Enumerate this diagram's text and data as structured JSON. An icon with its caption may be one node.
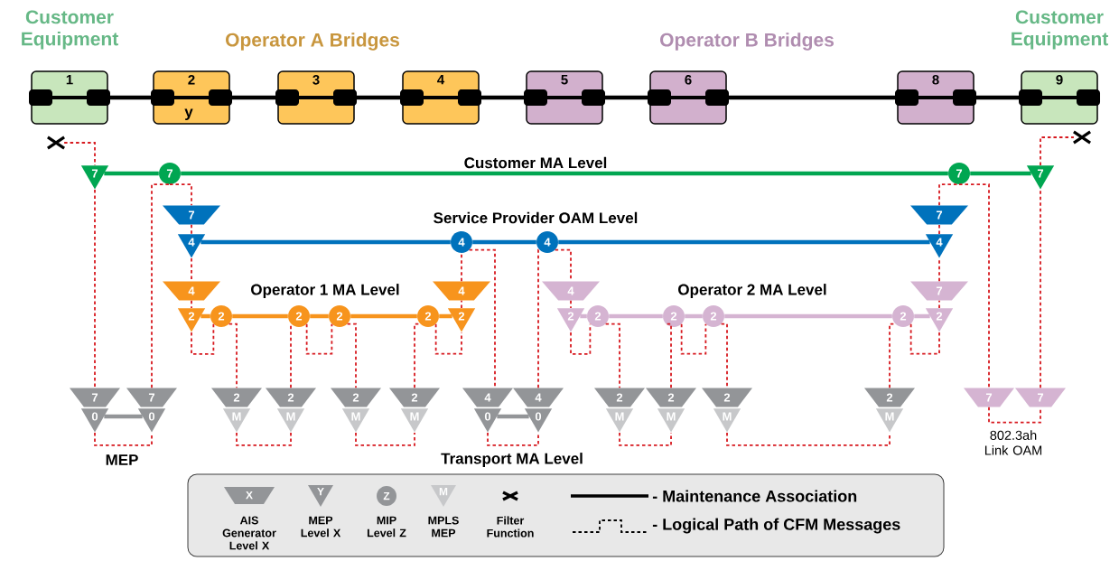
{
  "diagram": {
    "nodes": [
      {
        "text": [
          "1"
        ]
      },
      {
        "text": [
          "2",
          "y"
        ]
      },
      {
        "text": [
          "3"
        ]
      },
      {
        "text": [
          "4"
        ]
      },
      {
        "text": [
          "5"
        ]
      },
      {
        "text": [
          "6"
        ]
      },
      {
        "text": [
          "8"
        ]
      },
      {
        "text": [
          "9"
        ]
      },
      {
        "text": [],
        "shape": "cross"
      },
      {
        "text": [],
        "shape": "cross"
      },
      {
        "text": [
          "7"
        ]
      },
      {
        "text": [
          "7"
        ]
      },
      {
        "text": [
          "7"
        ]
      },
      {
        "text": [
          "7"
        ]
      },
      {
        "text": [
          "7"
        ]
      },
      {
        "text": [
          "7"
        ]
      },
      {
        "text": [
          "4"
        ]
      },
      {
        "text": [
          "4"
        ]
      },
      {
        "text": [
          "4"
        ]
      },
      {
        "text": [
          "4"
        ]
      },
      {
        "text": [
          "4"
        ]
      },
      {
        "text": [
          "4"
        ]
      },
      {
        "text": [
          "2"
        ]
      },
      {
        "text": [
          "2"
        ]
      },
      {
        "text": [
          "2"
        ]
      },
      {
        "text": [
          "2"
        ]
      },
      {
        "text": [
          "2"
        ]
      },
      {
        "text": [
          "2"
        ]
      },
      {
        "text": [
          "4"
        ]
      },
      {
        "text": [
          "7"
        ]
      },
      {
        "text": [
          "2"
        ]
      },
      {
        "text": [
          "2"
        ]
      },
      {
        "text": [
          "2"
        ]
      },
      {
        "text": [
          "2"
        ]
      },
      {
        "text": [
          "2"
        ]
      },
      {
        "text": [
          "2"
        ]
      },
      {
        "text": [
          "7"
        ]
      },
      {
        "text": [
          "0"
        ]
      },
      {
        "text": [
          "7"
        ]
      },
      {
        "text": [
          "0"
        ]
      },
      {
        "text": [
          "2"
        ]
      },
      {
        "text": [
          "M"
        ]
      },
      {
        "text": [
          "2"
        ]
      },
      {
        "text": [
          "M"
        ]
      },
      {
        "text": [
          "2"
        ]
      },
      {
        "text": [
          "M"
        ]
      },
      {
        "text": [
          "2"
        ]
      },
      {
        "text": [
          "M"
        ]
      },
      {
        "text": [
          "4"
        ]
      },
      {
        "text": [
          "0"
        ]
      },
      {
        "text": [
          "4"
        ]
      },
      {
        "text": [
          "0"
        ]
      },
      {
        "text": [
          "2"
        ]
      },
      {
        "text": [
          "M"
        ]
      },
      {
        "text": [
          "2"
        ]
      },
      {
        "text": [
          "M"
        ]
      },
      {
        "text": [
          "2"
        ]
      },
      {
        "text": [
          "M"
        ]
      },
      {
        "text": [
          "2"
        ]
      },
      {
        "text": [
          "M"
        ]
      },
      {
        "text": [
          "7"
        ]
      },
      {
        "text": [
          "7"
        ]
      }
    ],
    "edges": [
      {
        "from": 0,
        "to": 1,
        "arrow": "none",
        "style": "thick",
        "color": "#000000"
      },
      {
        "from": 1,
        "to": 2,
        "arrow": "none",
        "style": "thick",
        "color": "#000000"
      },
      {
        "from": 2,
        "to": 3,
        "arrow": "none",
        "style": "thick",
        "color": "#000000"
      },
      {
        "from": 3,
        "to": 4,
        "arrow": "none",
        "style": "thick",
        "color": "#000000"
      },
      {
        "from": 4,
        "to": 5,
        "arrow": "none",
        "style": "thick",
        "color": "#000000"
      },
      {
        "from": 5,
        "to": 6,
        "arrow": "none",
        "style": "thick",
        "color": "#000000"
      },
      {
        "from": 6,
        "to": 7,
        "arrow": "none",
        "style": "thick",
        "color": "#000000"
      },
      {
        "from": 10,
        "to": 11,
        "arrow": "none",
        "style": "thick",
        "color": "#00a651"
      },
      {
        "from": 11,
        "to": 12,
        "arrow": "none",
        "style": "thick",
        "color": "#00a651"
      },
      {
        "from": 12,
        "to": 13,
        "arrow": "none",
        "style": "thick",
        "color": "#00a651"
      },
      {
        "from": 16,
        "to": 17,
        "arrow": "none",
        "style": "thick",
        "color": "#0072bc"
      },
      {
        "from": 17,
        "to": 18,
        "arrow": "none",
        "style": "thick",
        "color": "#0072bc"
      },
      {
        "from": 18,
        "to": 19,
        "arrow": "none",
        "style": "thick",
        "color": "#0072bc"
      },
      {
        "from": 22,
        "to": 23,
        "arrow": "none",
        "style": "thick",
        "color": "#f7941d"
      },
      {
        "from": 23,
        "to": 24,
        "arrow": "none",
        "style": "thick",
        "color": "#f7941d"
      },
      {
        "from": 24,
        "to": 25,
        "arrow": "none",
        "style": "thick",
        "color": "#f7941d"
      },
      {
        "from": 25,
        "to": 26,
        "arrow": "none",
        "style": "thick",
        "color": "#f7941d"
      },
      {
        "from": 26,
        "to": 27,
        "arrow": "none",
        "style": "thick",
        "color": "#f7941d"
      },
      {
        "from": 30,
        "to": 31,
        "arrow": "none",
        "style": "thick",
        "color": "#d5b4d2"
      },
      {
        "from": 31,
        "to": 32,
        "arrow": "none",
        "style": "thick",
        "color": "#d5b4d2"
      },
      {
        "from": 32,
        "to": 33,
        "arrow": "none",
        "style": "thick",
        "color": "#d5b4d2"
      },
      {
        "from": 33,
        "to": 34,
        "arrow": "none",
        "style": "thick",
        "color": "#d5b4d2"
      },
      {
        "from": 34,
        "to": 35,
        "arrow": "none",
        "style": "thick",
        "color": "#d5b4d2"
      },
      {
        "from": 37,
        "to": 39,
        "arrow": "none",
        "style": "thick",
        "color": "#939598"
      },
      {
        "from": 49,
        "to": 51,
        "arrow": "none",
        "style": "thick",
        "color": "#939598"
      },
      {
        "from": 8,
        "to": 10,
        "arrow": "none",
        "style": "dashed"
      },
      {
        "from": 10,
        "to": 36,
        "arrow": "none",
        "style": "dashed"
      },
      {
        "from": 37,
        "to": 39,
        "arrow": "none",
        "style": "dashed"
      },
      {
        "from": 38,
        "to": 11,
        "arrow": "none",
        "style": "dashed"
      },
      {
        "from": 11,
        "to": 14,
        "arrow": "none",
        "style": "dashed"
      },
      {
        "from": 14,
        "to": 16,
        "arrow": "none",
        "style": "dashed"
      },
      {
        "from": 16,
        "to": 20,
        "arrow": "none",
        "style": "dashed"
      },
      {
        "from": 20,
        "to": 22,
        "arrow": "none",
        "style": "dashed"
      },
      {
        "from": 22,
        "to": 23,
        "arrow": "none",
        "style": "dashed"
      },
      {
        "from": 23,
        "to": 40,
        "arrow": "none",
        "style": "dashed"
      },
      {
        "from": 41,
        "to": 43,
        "arrow": "none",
        "style": "dashed"
      },
      {
        "from": 42,
        "to": 24,
        "arrow": "none",
        "style": "dashed"
      },
      {
        "from": 24,
        "to": 25,
        "arrow": "none",
        "style": "dashed"
      },
      {
        "from": 25,
        "to": 44,
        "arrow": "none",
        "style": "dashed"
      },
      {
        "from": 45,
        "to": 47,
        "arrow": "none",
        "style": "dashed"
      },
      {
        "from": 46,
        "to": 26,
        "arrow": "none",
        "style": "dashed"
      },
      {
        "from": 26,
        "to": 27,
        "arrow": "none",
        "style": "dashed"
      },
      {
        "from": 27,
        "to": 21,
        "arrow": "none",
        "style": "dashed"
      },
      {
        "from": 21,
        "to": 17,
        "arrow": "none",
        "style": "dashed"
      },
      {
        "from": 17,
        "to": 48,
        "arrow": "none",
        "style": "dashed"
      },
      {
        "from": 49,
        "to": 51,
        "arrow": "none",
        "style": "dashed"
      },
      {
        "from": 50,
        "to": 18,
        "arrow": "none",
        "style": "dashed"
      },
      {
        "from": 18,
        "to": 28,
        "arrow": "none",
        "style": "dashed"
      },
      {
        "from": 28,
        "to": 30,
        "arrow": "none",
        "style": "dashed"
      },
      {
        "from": 30,
        "to": 31,
        "arrow": "none",
        "style": "dashed"
      },
      {
        "from": 31,
        "to": 52,
        "arrow": "none",
        "style": "dashed"
      },
      {
        "from": 53,
        "to": 55,
        "arrow": "none",
        "style": "dashed"
      },
      {
        "from": 54,
        "to": 32,
        "arrow": "none",
        "style": "dashed"
      },
      {
        "from": 32,
        "to": 33,
        "arrow": "none",
        "style": "dashed"
      },
      {
        "from": 33,
        "to": 56,
        "arrow": "none",
        "style": "dashed"
      },
      {
        "from": 57,
        "to": 59,
        "arrow": "none",
        "style": "dashed"
      },
      {
        "from": 58,
        "to": 34,
        "arrow": "none",
        "style": "dashed"
      },
      {
        "from": 34,
        "to": 35,
        "arrow": "none",
        "style": "dashed"
      },
      {
        "from": 35,
        "to": 29,
        "arrow": "none",
        "style": "dashed"
      },
      {
        "from": 29,
        "to": 19,
        "arrow": "none",
        "style": "dashed"
      },
      {
        "from": 19,
        "to": 15,
        "arrow": "none",
        "style": "dashed"
      },
      {
        "from": 15,
        "to": 12,
        "arrow": "none",
        "style": "dashed"
      },
      {
        "from": 12,
        "to": 60,
        "arrow": "none",
        "style": "dashed"
      },
      {
        "from": 60,
        "to": 61,
        "arrow": "none",
        "style": "dashed"
      },
      {
        "from": 61,
        "to": 13,
        "arrow": "none",
        "style": "dashed"
      },
      {
        "from": 13,
        "to": 9,
        "arrow": "none",
        "style": "dashed"
      }
    ],
    "labels": [
      "Customer Equipment",
      "Operator A Bridges",
      "Operator B Bridges",
      "Customer Equipment",
      "Customer MA Level",
      "Service Provider OAM Level",
      "Operator 1 MA Level",
      "Operator 2 MA Level",
      "802.3ah Link OAM",
      "MEP",
      "Transport MA Level",
      "X",
      "Y",
      "Z",
      "M"
    ],
    "legend": [
      {
        "text": "AIS Generator Level X"
      },
      {
        "text": "MEP Level X"
      },
      {
        "text": "MIP Level Z"
      },
      {
        "text": "MPLS MEP"
      },
      {
        "text": "Filter Function"
      },
      {
        "text": "- Maintenance Association"
      },
      {
        "text": "- Logical Path of CFM Messages"
      }
    ]
  }
}
